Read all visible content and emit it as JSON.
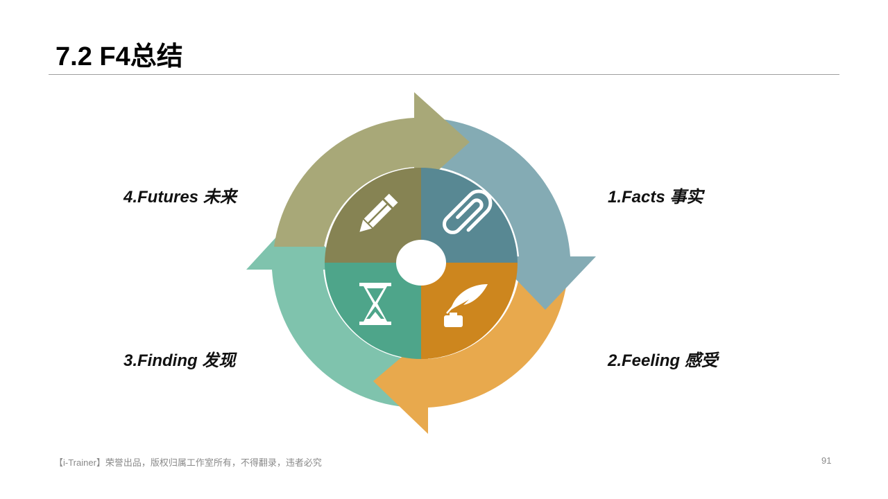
{
  "slide": {
    "title": "7.2 F4总结",
    "footer_text": "【i-Trainer】荣誉出品，版权归属工作室所有，不得翻录，违者必究",
    "page_number": "91"
  },
  "cycle": {
    "facts": {
      "label": "1.Facts 事实",
      "icon": "paperclip-icon",
      "color": "#84abb4",
      "inner_color": "#588893"
    },
    "feeling": {
      "label": "2.Feeling 感受",
      "icon": "quill-inkpot-icon",
      "color": "#e8a94d",
      "inner_color": "#cd861e"
    },
    "finding": {
      "label": "3.Finding 发现",
      "icon": "hourglass-icon",
      "color": "#7fc3ad",
      "inner_color": "#4ea58a"
    },
    "futures": {
      "label": "4.Futures 未来",
      "icon": "pencil-icon",
      "color": "#a8a878",
      "inner_color": "#868353"
    }
  }
}
